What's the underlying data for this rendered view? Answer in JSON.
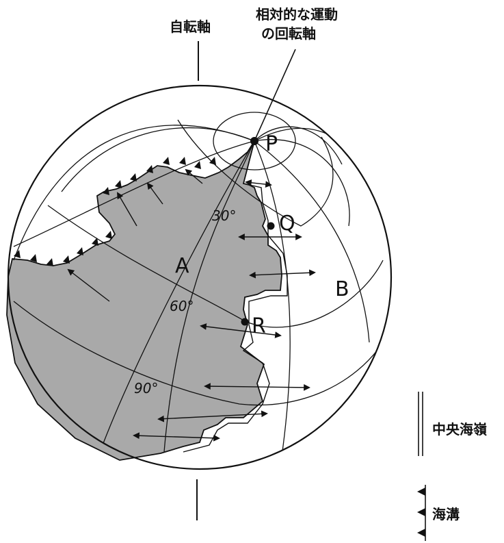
{
  "labels": {
    "rotation_axis": "自転軸",
    "relative_axis_line1": "相対的な運動",
    "relative_axis_line2": "の回転軸",
    "pole_p": "P",
    "point_q": "Q",
    "point_r": "R",
    "plate_a": "A",
    "plate_b": "B",
    "angle_30": "30°",
    "angle_60": "60°",
    "angle_90": "90°"
  },
  "legend": {
    "ridge_label": "中央海嶺",
    "trench_label": "海溝"
  },
  "colors": {
    "plate_a_fill": "#a9a9a9",
    "line": "#111111",
    "background": "#ffffff"
  }
}
